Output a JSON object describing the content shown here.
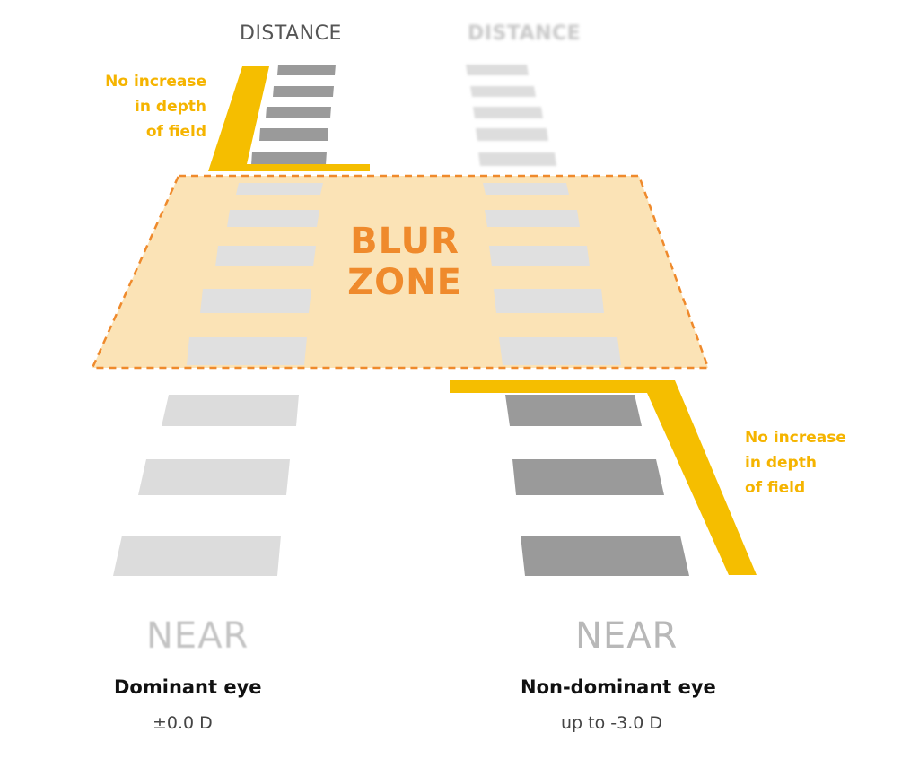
{
  "colors": {
    "focus_highlight": "#f5be00",
    "blur_zone_fill": "#fbe3b6",
    "blur_zone_border": "#ef8a2c",
    "bar_sharp": "#9a9a9a",
    "bar_light": "#dcdcdc",
    "blur_title": "#ef8a2c",
    "note_text": "#f5b400"
  },
  "left_eye": {
    "top_label": "DISTANCE",
    "note_lines": [
      "No increase",
      "in depth",
      "of field"
    ],
    "bottom_label": "NEAR",
    "eye_name": "Dominant eye",
    "power": "±0.0 D"
  },
  "right_eye": {
    "top_label": "DISTANCE",
    "note_lines": [
      "No increase",
      "in depth",
      "of field"
    ],
    "bottom_label": "NEAR",
    "eye_name": "Non-dominant eye",
    "power": "up to -3.0 D"
  },
  "blur_zone": {
    "line1": "BLUR",
    "line2": "ZONE"
  }
}
